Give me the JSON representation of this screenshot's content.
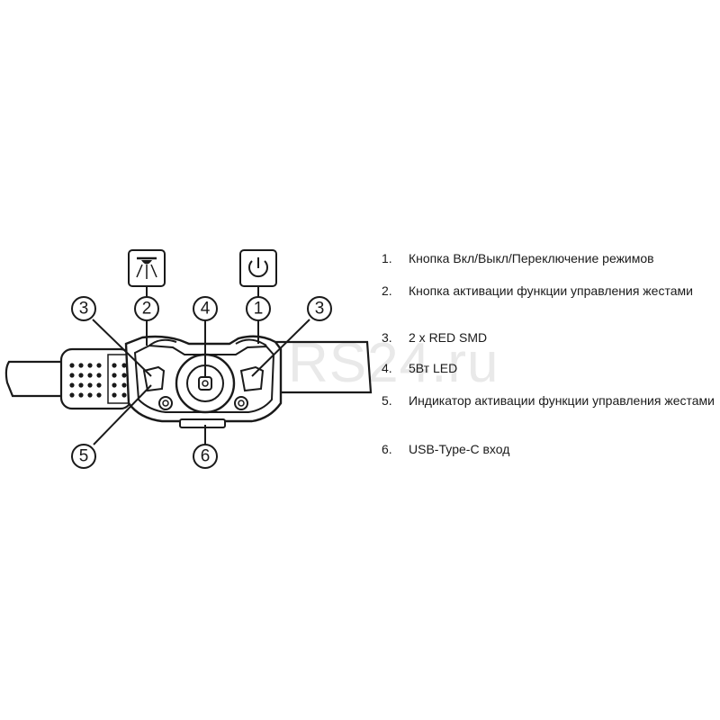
{
  "watermark": "RS24.ru",
  "callouts": [
    "1",
    "2",
    "3",
    "4",
    "5",
    "6"
  ],
  "legend": [
    {
      "num": "1.",
      "text": " Кнопка Вкл/Выкл/Переключение режимов"
    },
    {
      "num": "2.",
      "text": " Кнопка активации функции управления жестами"
    },
    {
      "num": "3.",
      "text": "  2 x RED SMD"
    },
    {
      "num": "4.",
      "text": "5Вт LED"
    },
    {
      "num": "5.",
      "text": " Индикатор активации функции управления жестами"
    },
    {
      "num": "6.",
      "text": "USB-Type-C вход"
    }
  ],
  "icons": {
    "mode_button": "lamp-icon",
    "power_button": "power-icon"
  }
}
